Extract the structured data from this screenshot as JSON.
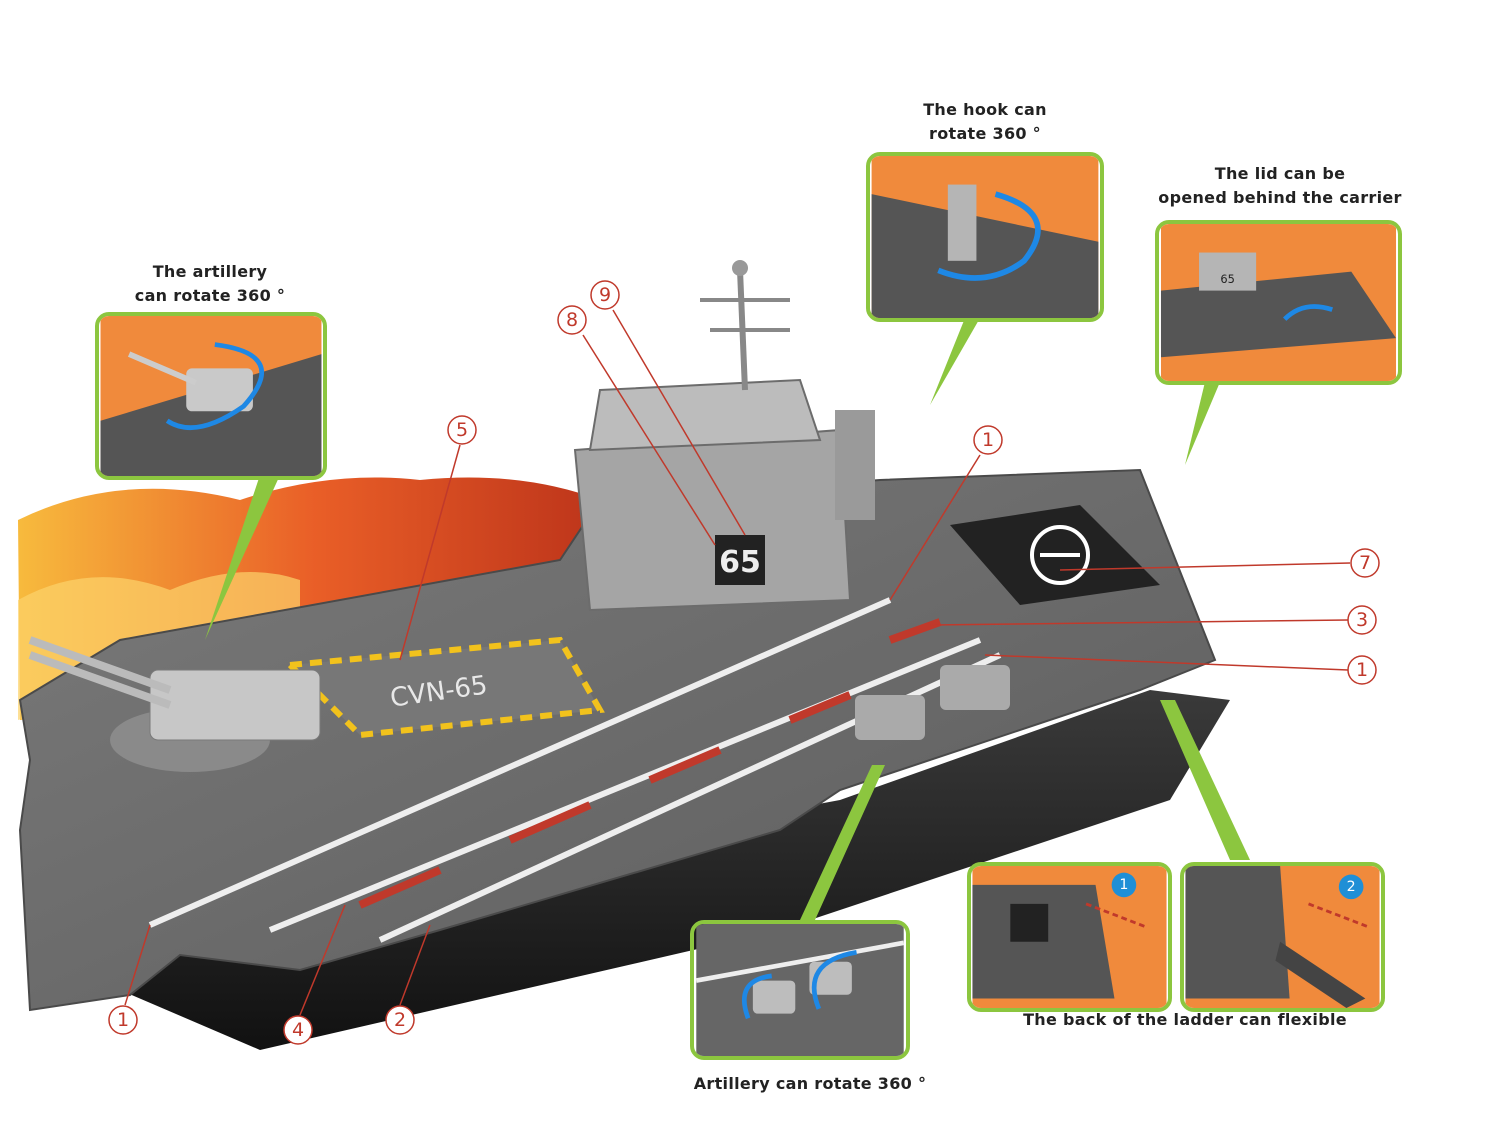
{
  "captions": {
    "artillery_top_line1": "The artillery",
    "artillery_top_line2": "can rotate 360 °",
    "hook_line1": "The hook can",
    "hook_line2": "rotate 360 °",
    "lid_line1": "The lid can be",
    "lid_line2": "opened behind the carrier",
    "ladder": "The back of the ladder can  flexible",
    "artillery_bottom": "Artillery  can rotate 360 °"
  },
  "ship": {
    "hull_marking": "CVN-65",
    "island_number": "65",
    "lid_number": "65"
  },
  "callouts": [
    "1",
    "1",
    "1",
    "2",
    "3",
    "4",
    "5",
    "7",
    "8",
    "9"
  ],
  "ladder_steps": [
    "1",
    "2"
  ],
  "colors": {
    "inset_border": "#8cc63f",
    "inset_background": "#f08a3c",
    "callout_red": "#c0392b",
    "deck_gray": "#6e6e6e",
    "step_badge_blue": "#1f8fd6"
  }
}
